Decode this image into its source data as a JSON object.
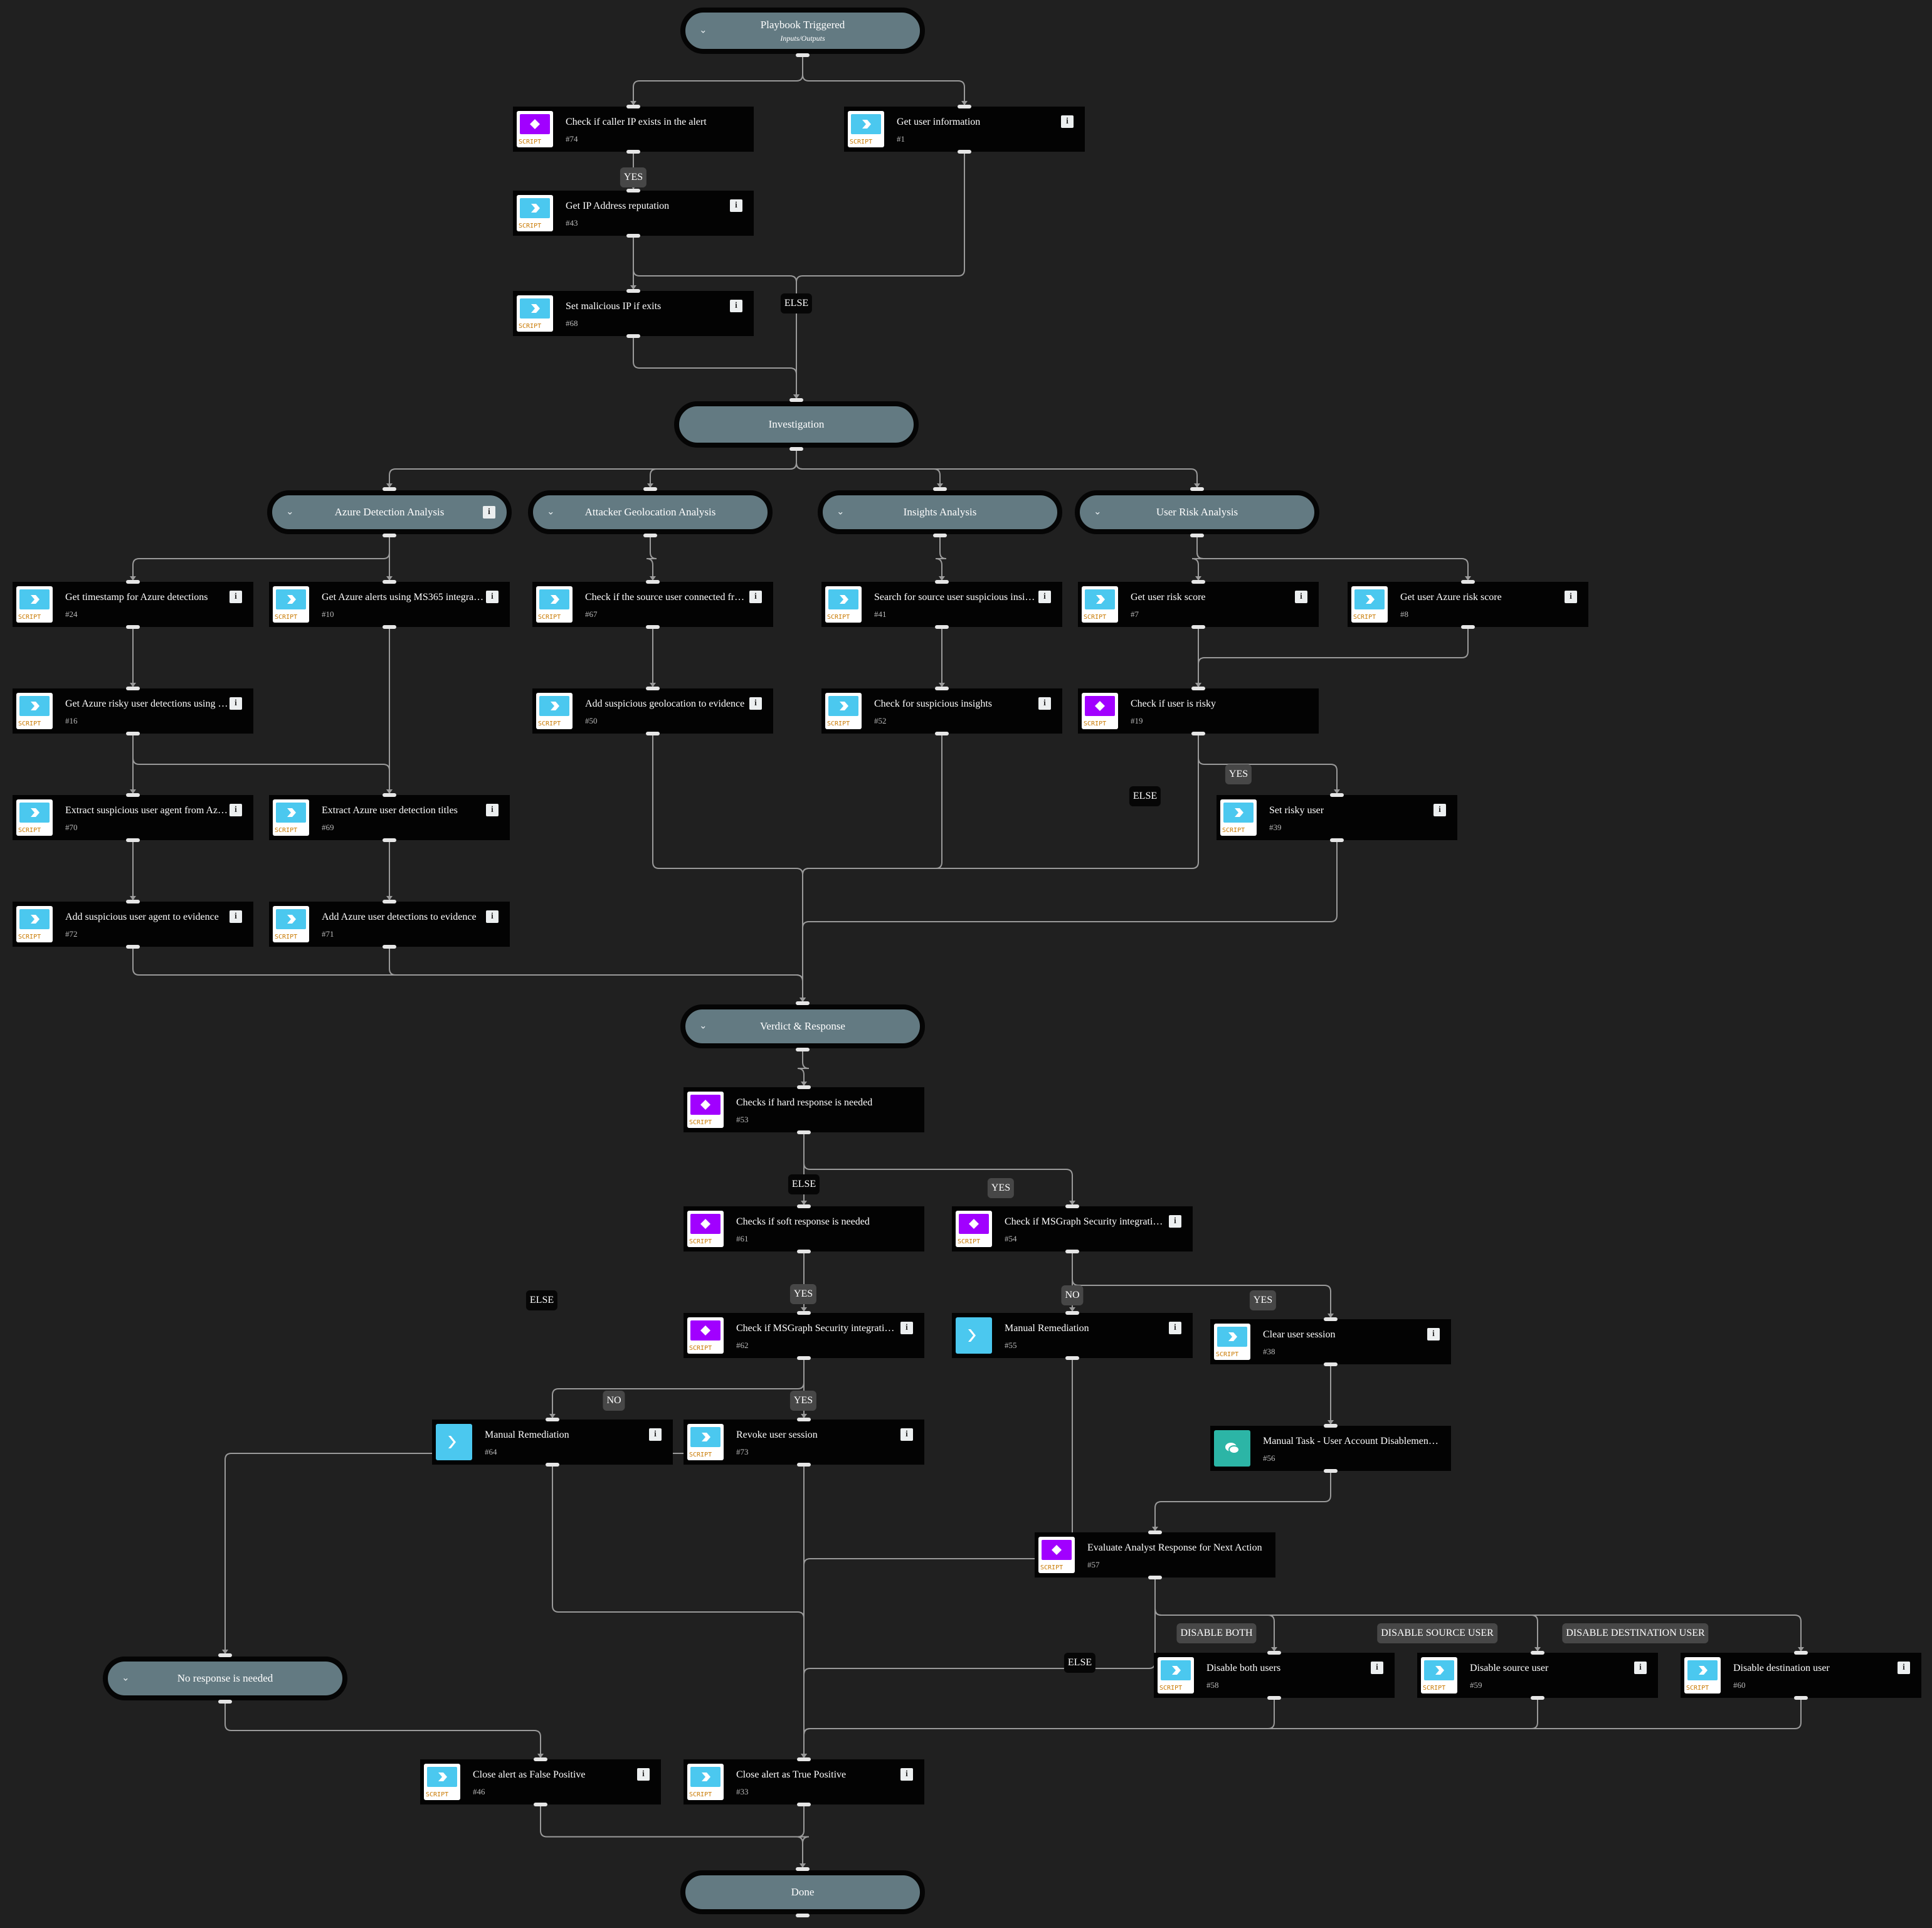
{
  "sections": [
    {
      "key": "triggered",
      "title": "Playbook Triggered",
      "subtitle": "Inputs/Outputs"
    },
    {
      "key": "investigation",
      "title": "Investigation"
    },
    {
      "key": "azure",
      "title": "Azure Detection Analysis"
    },
    {
      "key": "geo",
      "title": "Attacker Geolocation Analysis"
    },
    {
      "key": "insights",
      "title": "Insights Analysis"
    },
    {
      "key": "userrisk",
      "title": "User Risk Analysis"
    },
    {
      "key": "verdict",
      "title": "Verdict & Response"
    },
    {
      "key": "noresp",
      "title": "No response is needed"
    },
    {
      "key": "done",
      "title": "Done"
    }
  ],
  "tasks": [
    {
      "id": 74,
      "title": "Check if caller IP exists in the alert",
      "type": "condition",
      "tag": "SCRIPT",
      "info": false
    },
    {
      "id": 1,
      "title": "Get user information",
      "type": "command",
      "tag": "SCRIPT",
      "info": true
    },
    {
      "id": 43,
      "title": "Get IP Address reputation",
      "type": "command",
      "tag": "SCRIPT",
      "info": true
    },
    {
      "id": 68,
      "title": "Set malicious IP if exits",
      "type": "command",
      "tag": "SCRIPT",
      "info": true
    },
    {
      "id": 24,
      "title": "Get timestamp for Azure detections",
      "type": "command",
      "tag": "SCRIPT",
      "info": true
    },
    {
      "id": 10,
      "title": "Get Azure alerts using MS365 integra…",
      "type": "command",
      "tag": "SCRIPT",
      "info": true
    },
    {
      "id": 67,
      "title": "Check if the source user connected fr…",
      "type": "command",
      "tag": "SCRIPT",
      "info": true
    },
    {
      "id": 41,
      "title": "Search for source user suspicious insi…",
      "type": "command",
      "tag": "SCRIPT",
      "info": true
    },
    {
      "id": 7,
      "title": "Get user risk score",
      "type": "command",
      "tag": "SCRIPT",
      "info": true
    },
    {
      "id": 8,
      "title": "Get user Azure risk score",
      "type": "command",
      "tag": "SCRIPT",
      "info": true
    },
    {
      "id": 16,
      "title": "Get Azure risky user detections using …",
      "type": "command",
      "tag": "SCRIPT",
      "info": true
    },
    {
      "id": 50,
      "title": "Add suspicious geolocation to evidence",
      "type": "command",
      "tag": "SCRIPT",
      "info": true
    },
    {
      "id": 52,
      "title": "Check for suspicious insights",
      "type": "command",
      "tag": "SCRIPT",
      "info": true
    },
    {
      "id": 19,
      "title": "Check if user is risky",
      "type": "condition",
      "tag": "SCRIPT",
      "info": false
    },
    {
      "id": 70,
      "title": "Extract suspicious user agent from Az…",
      "type": "command",
      "tag": "SCRIPT",
      "info": true
    },
    {
      "id": 69,
      "title": "Extract Azure user detection titles",
      "type": "command",
      "tag": "SCRIPT",
      "info": true
    },
    {
      "id": 39,
      "title": "Set risky user",
      "type": "command",
      "tag": "SCRIPT",
      "info": true
    },
    {
      "id": 72,
      "title": "Add suspicious user agent to evidence",
      "type": "command",
      "tag": "SCRIPT",
      "info": true
    },
    {
      "id": 71,
      "title": "Add Azure user detections to evidence",
      "type": "command",
      "tag": "SCRIPT",
      "info": true
    },
    {
      "id": 53,
      "title": "Checks if hard response is needed",
      "type": "condition",
      "tag": "SCRIPT",
      "info": false
    },
    {
      "id": 61,
      "title": "Checks if soft response is needed",
      "type": "condition",
      "tag": "SCRIPT",
      "info": false
    },
    {
      "id": 54,
      "title": "Check if MSGraph Security integrati…",
      "type": "condition",
      "tag": "SCRIPT",
      "info": true
    },
    {
      "id": 62,
      "title": "Check if MSGraph Security integrati…",
      "type": "condition",
      "tag": "SCRIPT",
      "info": true
    },
    {
      "id": 55,
      "title": "Manual Remediation",
      "type": "manual",
      "tag": "",
      "info": true
    },
    {
      "id": 38,
      "title": "Clear user session",
      "type": "command",
      "tag": "SCRIPT",
      "info": true
    },
    {
      "id": 64,
      "title": "Manual Remediation",
      "type": "manual",
      "tag": "",
      "info": true
    },
    {
      "id": 73,
      "title": "Revoke user session",
      "type": "command",
      "tag": "SCRIPT",
      "info": true
    },
    {
      "id": 56,
      "title": "Manual Task - User Account Disablemen…",
      "type": "chat",
      "tag": "",
      "info": false
    },
    {
      "id": 57,
      "title": "Evaluate Analyst Response for Next Action",
      "type": "condition",
      "tag": "SCRIPT",
      "info": false
    },
    {
      "id": 58,
      "title": "Disable both users",
      "type": "command",
      "tag": "SCRIPT",
      "info": true
    },
    {
      "id": 59,
      "title": "Disable source user",
      "type": "command",
      "tag": "SCRIPT",
      "info": true
    },
    {
      "id": 60,
      "title": "Disable destination user",
      "type": "command",
      "tag": "SCRIPT",
      "info": true
    },
    {
      "id": 46,
      "title": "Close alert as False Positive",
      "type": "command",
      "tag": "SCRIPT",
      "info": true
    },
    {
      "id": 33,
      "title": "Close alert as True Positive",
      "type": "command",
      "tag": "SCRIPT",
      "info": true
    }
  ],
  "branch_labels": [
    {
      "key": "l1",
      "text": "YES",
      "kind": "yes"
    },
    {
      "key": "l2",
      "text": "ELSE",
      "kind": "else"
    },
    {
      "key": "l3",
      "text": "YES",
      "kind": "yes"
    },
    {
      "key": "l4",
      "text": "ELSE",
      "kind": "else"
    },
    {
      "key": "l5",
      "text": "ELSE",
      "kind": "else"
    },
    {
      "key": "l6",
      "text": "YES",
      "kind": "yes"
    },
    {
      "key": "l7",
      "text": "ELSE",
      "kind": "else"
    },
    {
      "key": "l8",
      "text": "YES",
      "kind": "yes"
    },
    {
      "key": "l9",
      "text": "NO",
      "kind": "no"
    },
    {
      "key": "l10",
      "text": "YES",
      "kind": "yes"
    },
    {
      "key": "l11",
      "text": "NO",
      "kind": "no"
    },
    {
      "key": "l12",
      "text": "YES",
      "kind": "yes"
    },
    {
      "key": "l13",
      "text": "DISABLE BOTH",
      "kind": "opt"
    },
    {
      "key": "l14",
      "text": "DISABLE SOURCE USER",
      "kind": "opt"
    },
    {
      "key": "l15",
      "text": "DISABLE DESTINATION USER",
      "kind": "opt"
    },
    {
      "key": "l16",
      "text": "ELSE",
      "kind": "else"
    }
  ],
  "colors": {
    "background": "#202020",
    "section": "#637a82",
    "command_icon": "#4bc8ef",
    "condition_icon": "#a100ff",
    "chat_icon": "#2cb5a6",
    "wire": "#9a9a9a"
  }
}
